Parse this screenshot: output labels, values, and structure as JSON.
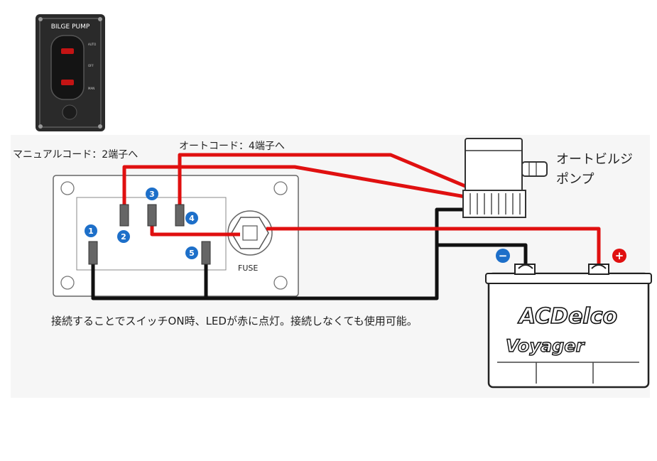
{
  "colors": {
    "red_wire": "#e01010",
    "black_wire": "#111111",
    "panel_bg": "#ffffff",
    "terminal": "#555555",
    "badge_blue": "#1d6fc9",
    "switch_photo": "#2a2a2a"
  },
  "labels": {
    "manual_cord": "マニュアルコード：2端子へ",
    "auto_cord": "オートコード：4端子へ",
    "pump_line1": "オートビルジ",
    "pump_line2": "ポンプ",
    "fuse": "FUSE",
    "note": "接続することでスイッチON時、LEDが赤に点灯。接続しなくても使用可能。"
  },
  "switch_photo": {
    "title": "BILGE PUMP",
    "auto": "AUTO",
    "off": "OFF",
    "man": "MAN"
  },
  "terminals": [
    {
      "number": "1"
    },
    {
      "number": "2"
    },
    {
      "number": "3"
    },
    {
      "number": "4"
    },
    {
      "number": "5"
    }
  ],
  "battery": {
    "brand": "ACDelco",
    "model": "Voyager",
    "neg": "−",
    "pos": "+"
  }
}
